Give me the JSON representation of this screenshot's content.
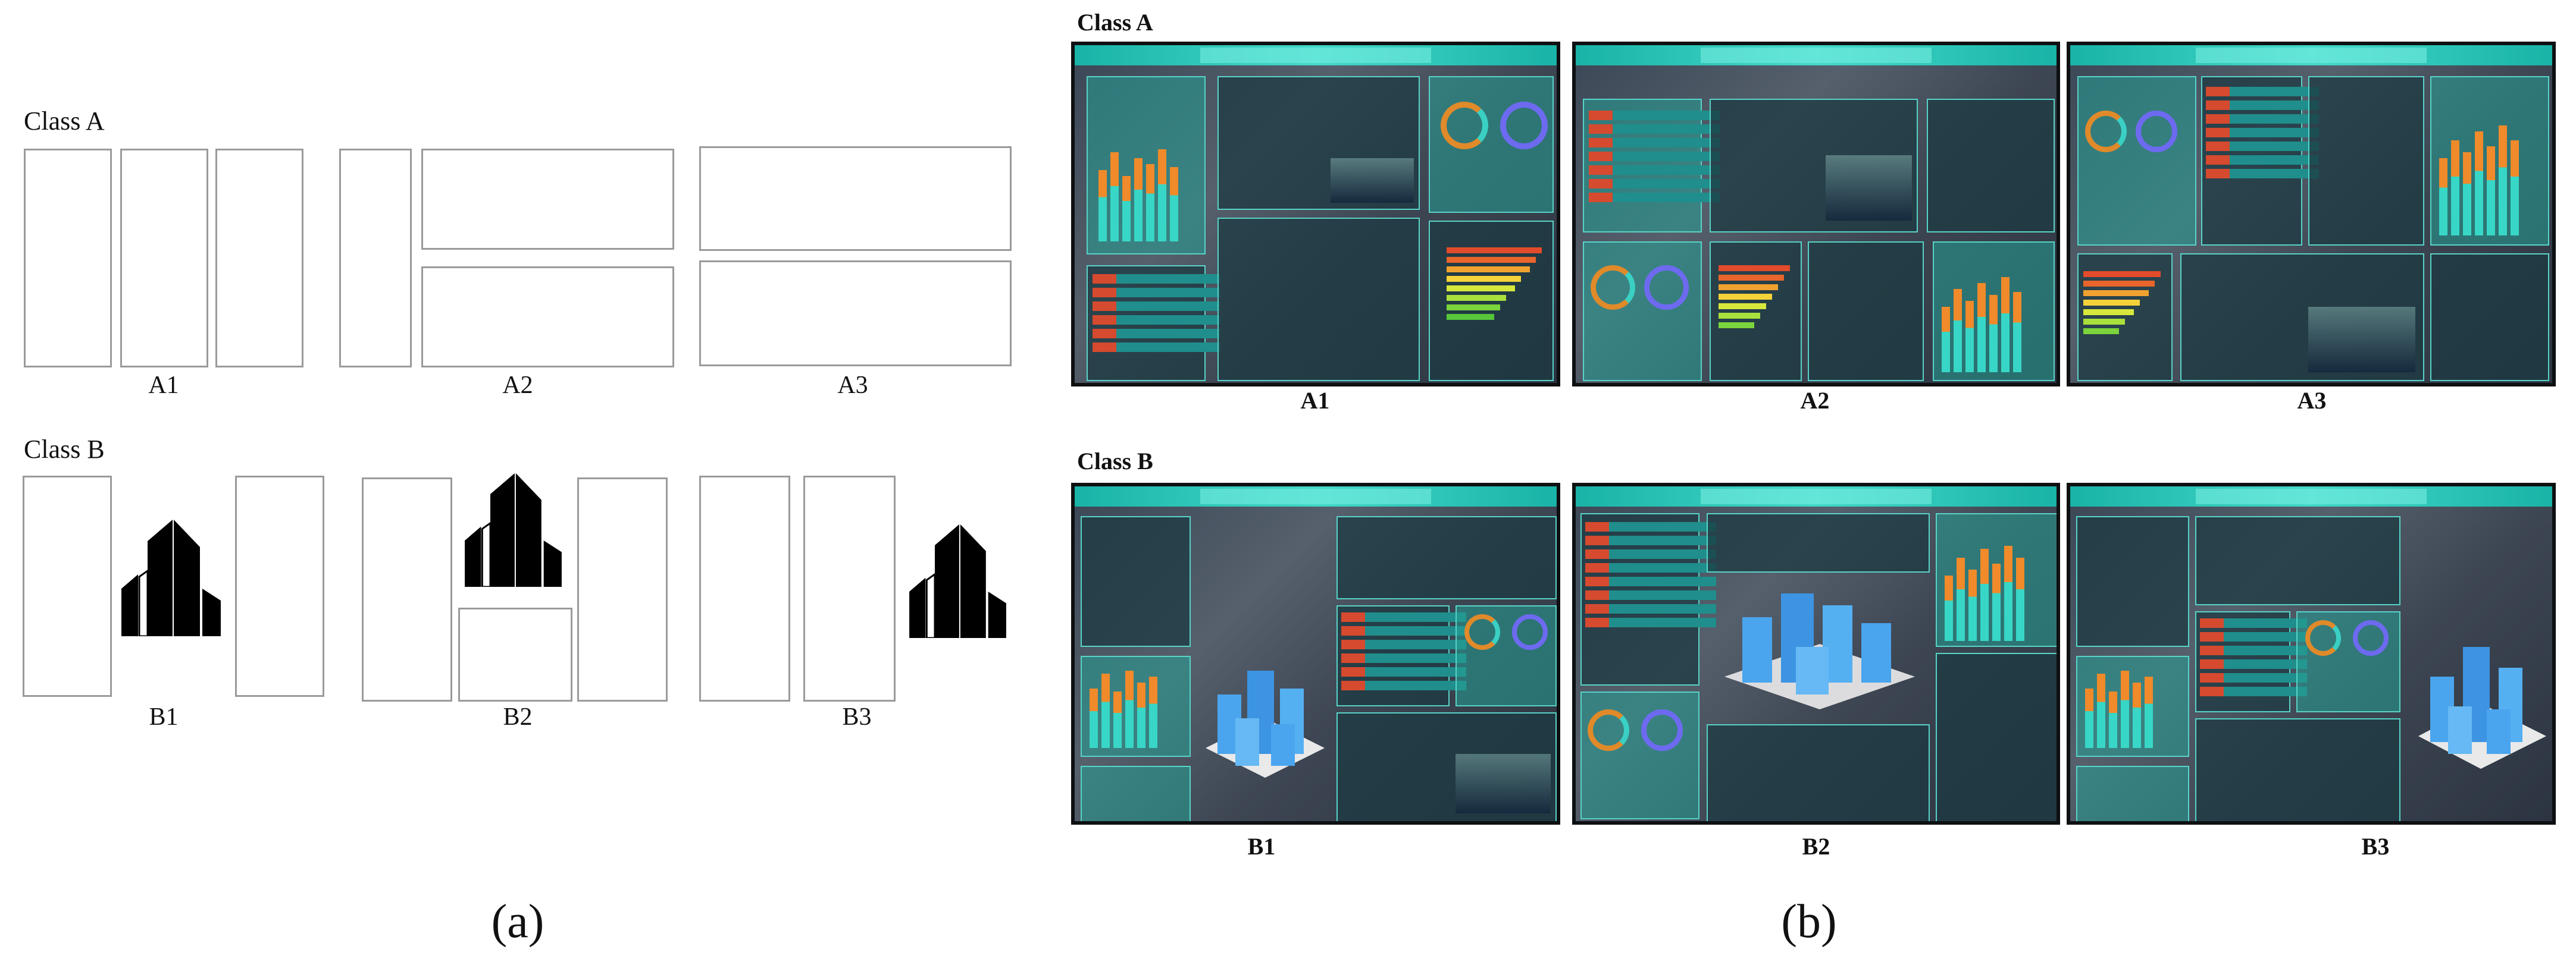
{
  "panel_a": {
    "sublabel": "(a)",
    "class_a": {
      "label": "Class A",
      "layouts": [
        {
          "caption": "A1"
        },
        {
          "caption": "A2"
        },
        {
          "caption": "A3"
        }
      ]
    },
    "class_b": {
      "label": "Class B",
      "layouts": [
        {
          "caption": "B1"
        },
        {
          "caption": "B2"
        },
        {
          "caption": "B3"
        }
      ]
    }
  },
  "panel_b": {
    "sublabel": "(b)",
    "class_a": {
      "label": "Class A",
      "screens": [
        {
          "caption": "A1"
        },
        {
          "caption": "A2"
        },
        {
          "caption": "A3"
        }
      ]
    },
    "class_b": {
      "label": "Class B",
      "screens": [
        {
          "caption": "B1"
        },
        {
          "caption": "B2"
        },
        {
          "caption": "B3"
        }
      ]
    }
  },
  "icons": {
    "building": "building-icon"
  },
  "colors": {
    "wireframe_border": "#9a9a9a",
    "dashboard_teal": "#42d9c9",
    "bar_orange": "#f08a2a",
    "building_fill": "#000000"
  }
}
